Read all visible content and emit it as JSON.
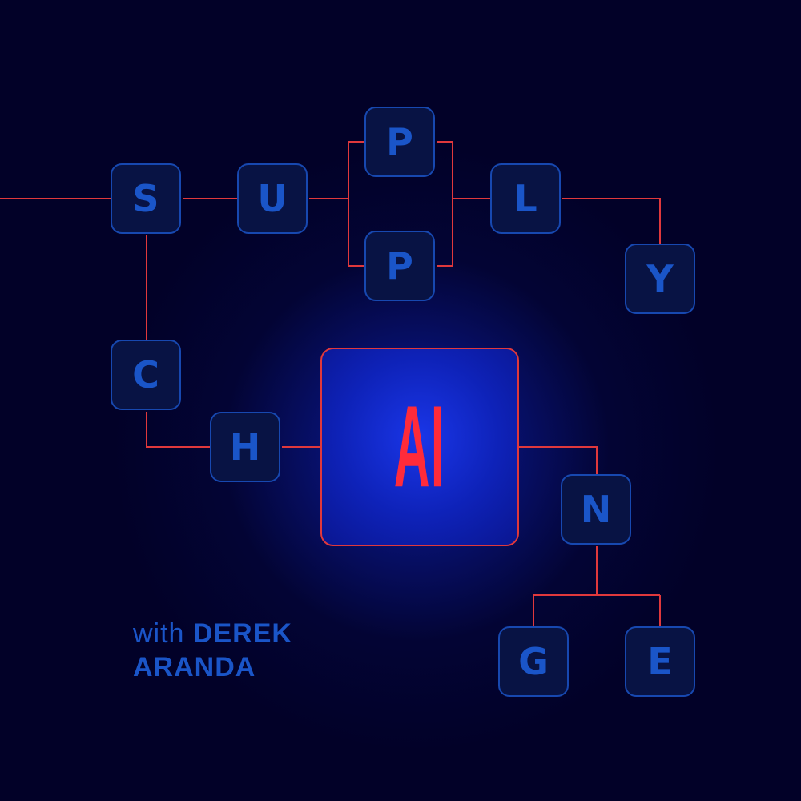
{
  "colors": {
    "background": "#020128",
    "tile_border": "#1748b0",
    "tile_letter": "#1a55c8",
    "wire": "#e0383c",
    "ai_text": "#ff2b3a",
    "ai_border": "#e0383c",
    "credit_text": "#1a55c8"
  },
  "tiles": [
    {
      "id": "s",
      "letter": "S"
    },
    {
      "id": "u",
      "letter": "U"
    },
    {
      "id": "p1",
      "letter": "P"
    },
    {
      "id": "p2",
      "letter": "P"
    },
    {
      "id": "l",
      "letter": "L"
    },
    {
      "id": "y",
      "letter": "Y"
    },
    {
      "id": "c",
      "letter": "C"
    },
    {
      "id": "h",
      "letter": "H"
    },
    {
      "id": "n",
      "letter": "N"
    },
    {
      "id": "g",
      "letter": "G"
    },
    {
      "id": "e",
      "letter": "E"
    }
  ],
  "center": {
    "label": "AI"
  },
  "credit": {
    "lead": "with",
    "line1_name": "DEREK",
    "line2_name": "ARANDA"
  }
}
